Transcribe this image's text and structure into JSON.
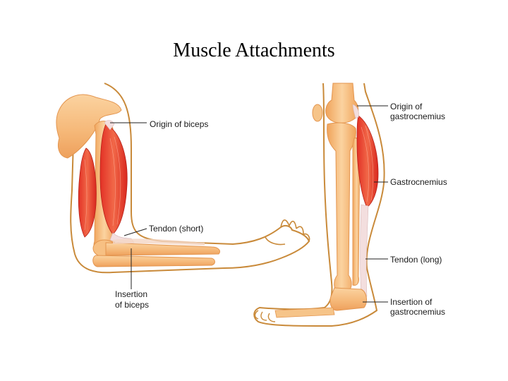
{
  "title": "Muscle Attachments",
  "colors": {
    "skin_outline": "#c98a3a",
    "bone_fill": "#f6c489",
    "bone_dark": "#e9a35e",
    "muscle_red": "#e3322a",
    "muscle_light": "#f27a5a",
    "tendon": "#f3dede",
    "leader": "#222222"
  },
  "arm": {
    "origin_of_biceps": "Origin of biceps",
    "tendon_short": "Tendon (short)",
    "insertion_line1": "Insertion",
    "insertion_line2": "of biceps"
  },
  "leg": {
    "origin_line1": "Origin of",
    "origin_line2": "gastrocnemius",
    "gastrocnemius": "Gastrocnemius",
    "tendon_long": "Tendon (long)",
    "insertion_line1": "Insertion of",
    "insertion_line2": "gastrocnemius"
  }
}
